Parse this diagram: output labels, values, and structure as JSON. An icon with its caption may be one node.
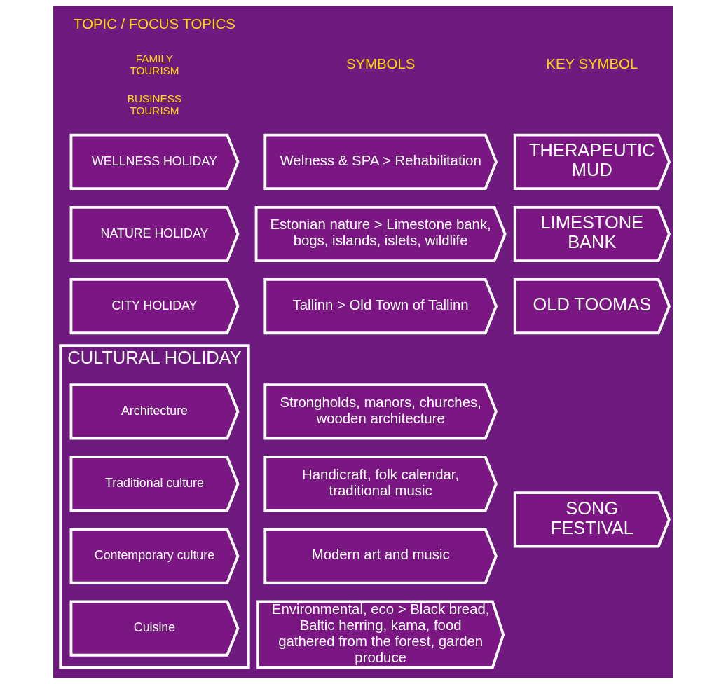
{
  "diagram": {
    "nodes": [
      {
        "text": [
          "CULTURAL HOLIDAY"
        ]
      },
      {
        "text": [
          "Architecture"
        ],
        "in": 0
      },
      {
        "text": [
          "Traditional culture"
        ],
        "in": 0
      },
      {
        "text": [
          "Contemporary culture"
        ],
        "in": 0
      },
      {
        "text": [
          "Cuisine"
        ],
        "in": 0
      },
      {
        "text": [
          "Strongholds, manors, churches, wooden architecture"
        ]
      },
      {
        "text": [
          "Handicraft, folk calendar, traditional music"
        ]
      },
      {
        "text": [
          "Modern art and music"
        ]
      },
      {
        "text": [
          "Environmental, eco > Black bread, Baltic herring, kama, food gathered from the forest, garden produce"
        ]
      },
      {
        "text": [
          "SONG FESTIVAL"
        ]
      },
      {
        "text": [
          "CITY HOLIDAY"
        ]
      },
      {
        "text": [
          "Tallinn > Old Town of Tallinn"
        ]
      },
      {
        "text": [
          "OLD TOOMAS"
        ]
      },
      {
        "text": [
          "NATURE HOLIDAY"
        ]
      },
      {
        "text": [
          "Estonian nature > Limestone bank, bogs, islands, islets, wildlife"
        ]
      },
      {
        "text": [
          "LIMESTONE BANK"
        ]
      },
      {
        "text": [
          "WELLNESS HOLIDAY"
        ]
      },
      {
        "text": [
          "Welness & SPA > Rehabilitation"
        ]
      },
      {
        "text": [
          "THERAPEUTIC MUD"
        ]
      }
    ],
    "labels": [
      "TOPIC / FOCUS TOPICS",
      "SYMBOLS",
      "KEY SYMBOL",
      "FAMILY TOURISM",
      "BUSINESS TOURISM"
    ]
  }
}
